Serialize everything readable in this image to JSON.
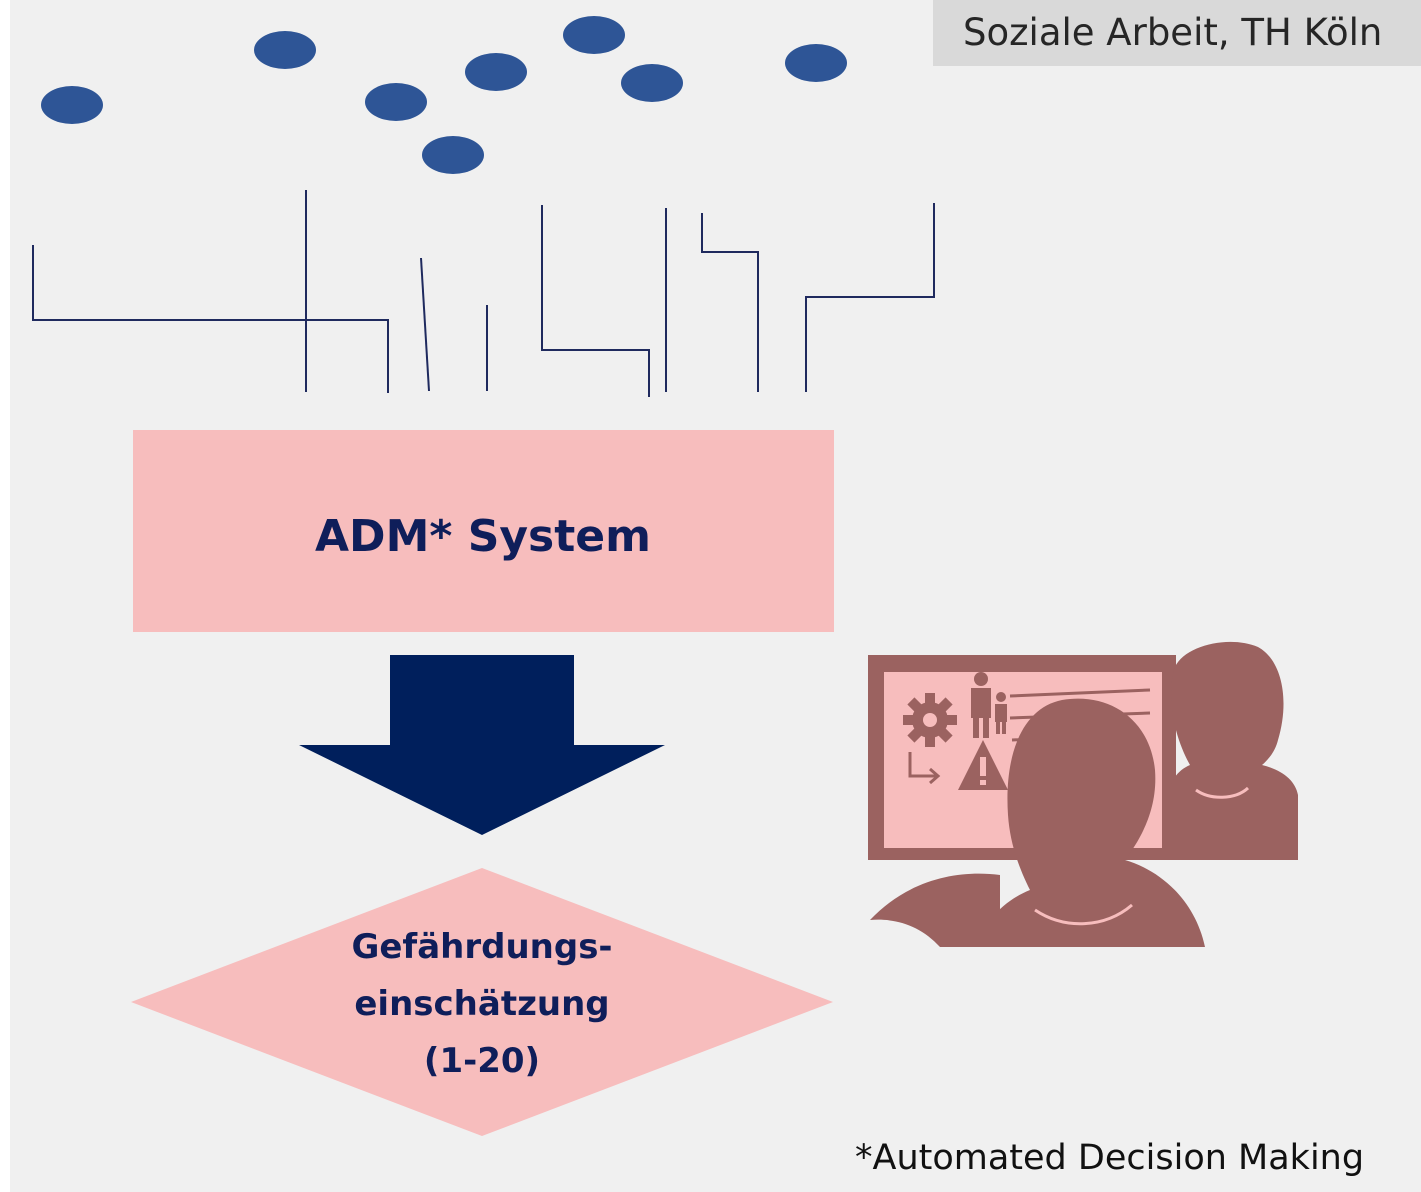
{
  "header": {
    "label": "Soziale Arbeit, TH Köln"
  },
  "process": {
    "system_label": "ADM* System",
    "output_lines": [
      "Gefährdungs-",
      "einschätzung",
      "(1-20)"
    ]
  },
  "footnote": "*Automated Decision Making",
  "colors": {
    "data_dots": "#2e5596",
    "connector_lines": "#1f2a5e",
    "process_box_fill": "#f7bdbd",
    "arrow_fill": "#001f5c",
    "text_navy": "#0f1e5a",
    "illustration_dark": "#9b6260",
    "illustration_light": "#f7bdbd",
    "header_bg": "#d9d9d9",
    "canvas_bg": "#f0f0f0"
  },
  "icons": {
    "data_points": "data-dot-icon",
    "flow_arrow": "down-arrow-icon",
    "illustration": "caseworker-at-screen-illustration"
  }
}
